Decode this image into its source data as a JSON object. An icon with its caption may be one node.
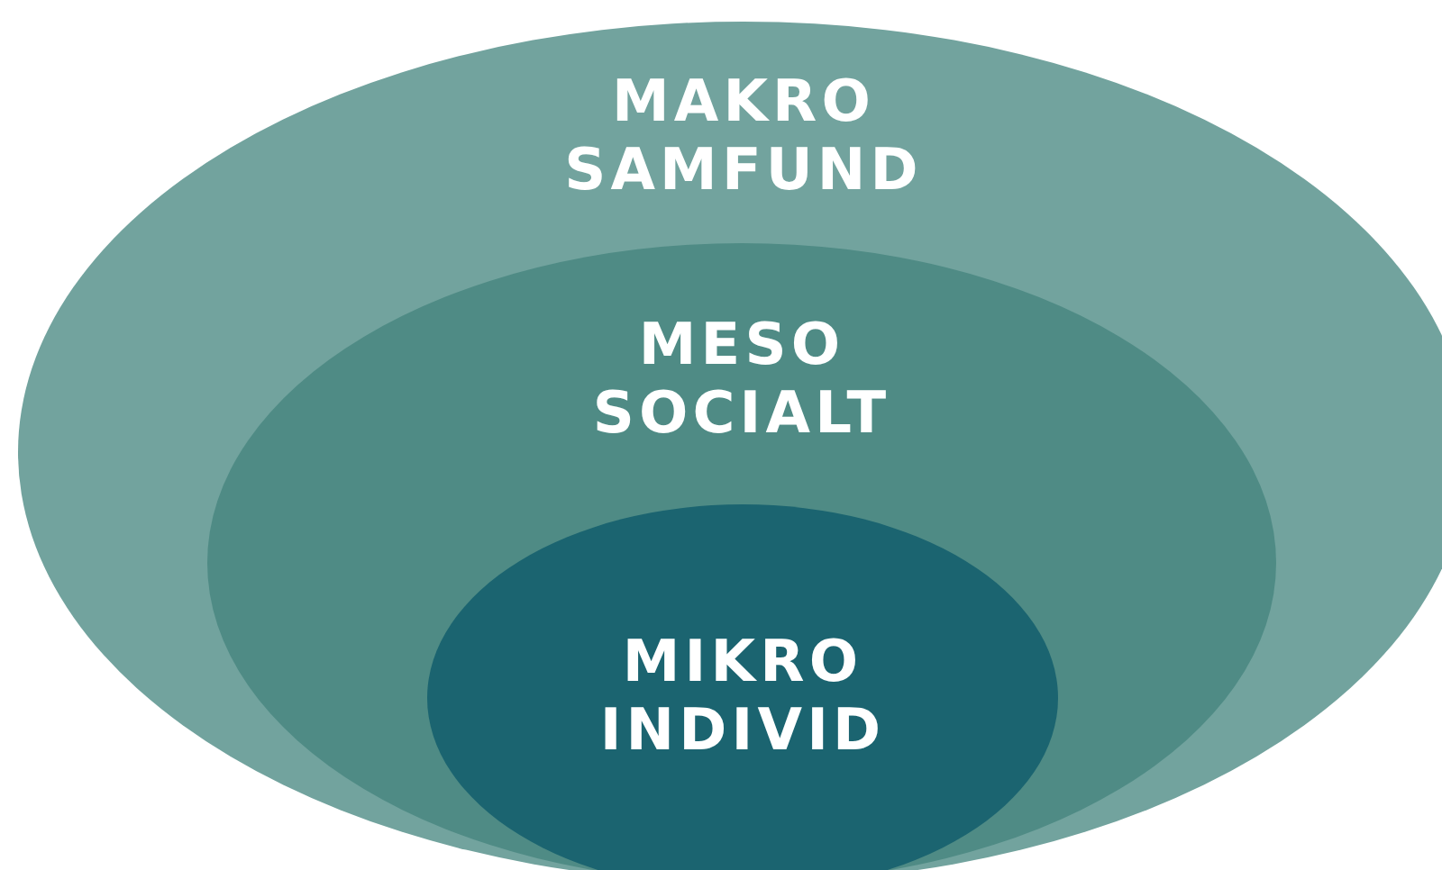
{
  "diagram": {
    "nodes": [
      {
        "text": [
          "MAKRO",
          "SAMFUND"
        ]
      },
      {
        "text": [
          "MESO",
          "SOCIALT"
        ],
        "in": 0
      },
      {
        "text": [
          "MIKRO",
          "INDIVID"
        ],
        "in": 1
      }
    ]
  }
}
